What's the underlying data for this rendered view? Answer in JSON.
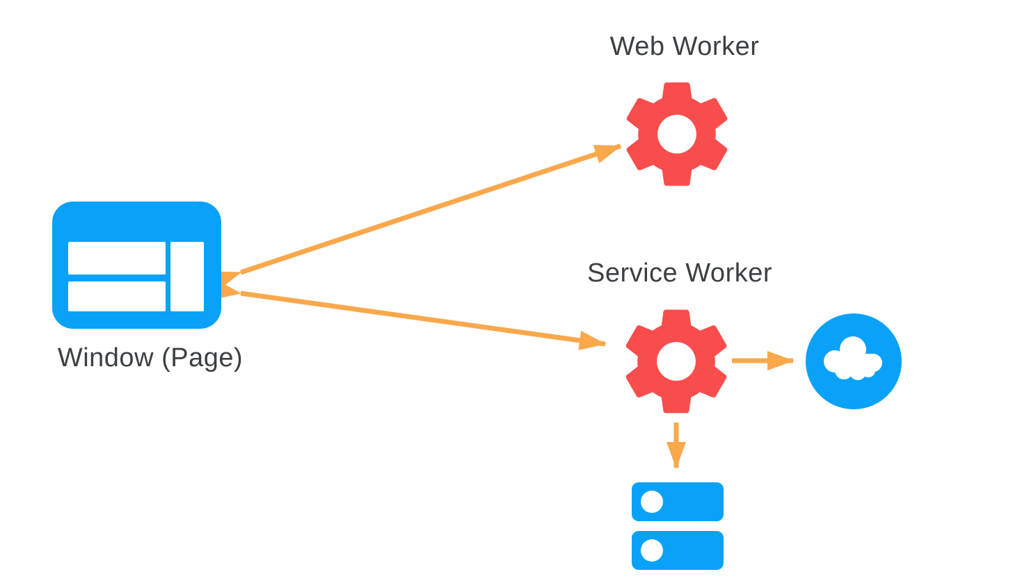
{
  "colors": {
    "blue": "#0aa2f8",
    "red": "#f94d4d",
    "orange": "#f9a84c",
    "text": "#3c4043",
    "bg": "#ffffff"
  },
  "diagram": {
    "nodes": [
      {
        "id": "web-worker",
        "label": "Web Worker",
        "icon": "gear-icon"
      },
      {
        "id": "service-worker",
        "label": "Service Worker",
        "icon": "gear-icon"
      },
      {
        "id": "window-page",
        "label": "Window (Page)",
        "icon": "browser-window-icon"
      },
      {
        "id": "network-cloud",
        "label": "",
        "icon": "cloud-icon"
      },
      {
        "id": "storage-database",
        "label": "",
        "icon": "database-icon"
      }
    ],
    "labels": {
      "web_worker": "Web Worker",
      "service_worker": "Service Worker",
      "window_page": "Window (Page)"
    },
    "connections": [
      {
        "from": "window-page",
        "to": "web-worker",
        "bidirectional": true
      },
      {
        "from": "window-page",
        "to": "service-worker",
        "bidirectional": true
      },
      {
        "from": "service-worker",
        "to": "network-cloud",
        "bidirectional": false
      },
      {
        "from": "service-worker",
        "to": "storage-database",
        "bidirectional": false
      }
    ]
  }
}
